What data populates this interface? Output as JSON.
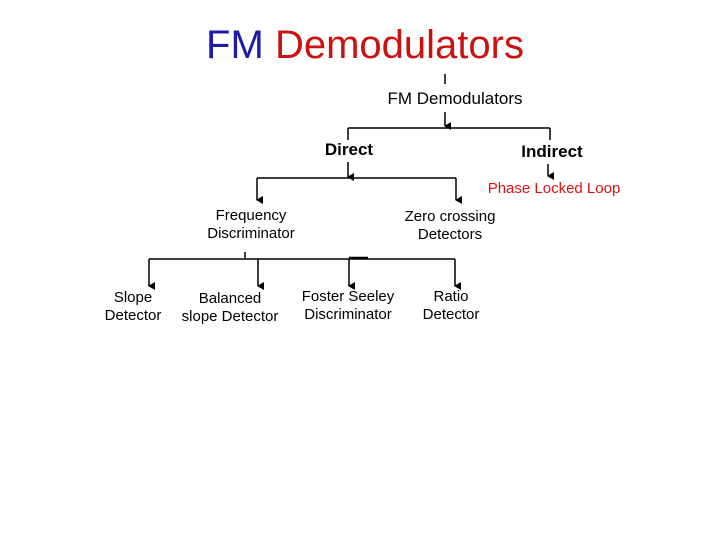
{
  "slide": {
    "title_fm": "FM",
    "title_rest": "Demodulators"
  },
  "diagram": {
    "root": "FM Demodulators",
    "direct": "Direct",
    "indirect": "Indirect",
    "pll": "Phase Locked Loop",
    "freq_disc_line1": "Frequency",
    "freq_disc_line2": "Discriminator",
    "zero_cross_line1": "Zero crossing",
    "zero_cross_line2": "Detectors",
    "slope_line1": "Slope",
    "slope_line2": "Detector",
    "balanced_line1": "Balanced",
    "balanced_line2": "slope Detector",
    "foster_line1": "Foster Seeley",
    "foster_line2": "Discriminator",
    "ratio_line1": "Ratio",
    "ratio_line2": "Detector"
  },
  "colors": {
    "title_fm": "#1f1aa8",
    "title_rest": "#cc1111",
    "pll": "#e01010",
    "lines": "#000000"
  }
}
